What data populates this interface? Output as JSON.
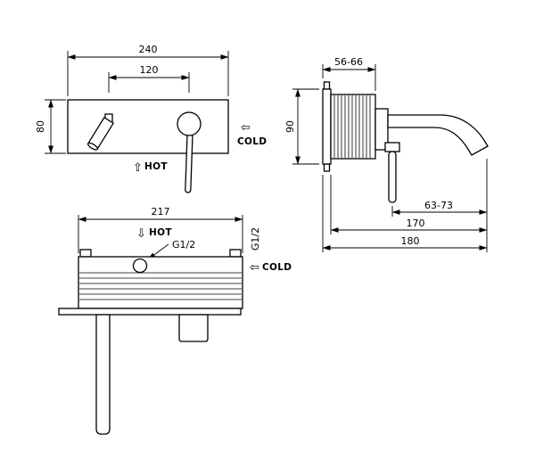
{
  "drawing": {
    "background": "#ffffff",
    "line_color": "#000000"
  },
  "front_view": {
    "dim_plate_width": "240",
    "dim_spout_to_handle": "120",
    "dim_plate_height": "80",
    "hot_arrow": "⇧",
    "hot_label": "HOT",
    "cold_arrow": "⇦",
    "cold_label": "COLD"
  },
  "side_view": {
    "dim_body_depth": "56-66",
    "dim_height": "90",
    "dim_handle_to_tip": "63-73",
    "dim_spout_reach": "170",
    "dim_total_projection": "180"
  },
  "plan_view": {
    "dim_body_width": "217",
    "hot_arrow": "⇩",
    "hot_label": "HOT",
    "thread_hot": "G1/2",
    "thread_cold": "G1/2",
    "cold_arrow": "⇦",
    "cold_label": "COLD"
  }
}
